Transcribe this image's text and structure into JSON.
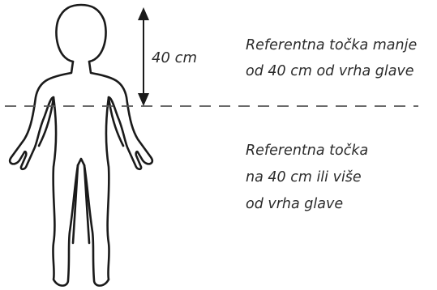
{
  "measurement": {
    "label": "40 cm"
  },
  "regions": {
    "upper": {
      "lines": [
        "Referentna točka manje",
        "od 40 cm od vrha glave"
      ]
    },
    "lower": {
      "lines": [
        "Referentna točka",
        "na 40 cm ili više",
        "od vrha glave"
      ]
    }
  },
  "colors": {
    "stroke": "#1a1a1a",
    "dashed_line": "#555555",
    "text": "#2b2b2b",
    "background": "#ffffff"
  },
  "icons": {
    "figure": "human-body-outline-icon",
    "arrow": "double-headed-vertical-arrow-icon"
  }
}
